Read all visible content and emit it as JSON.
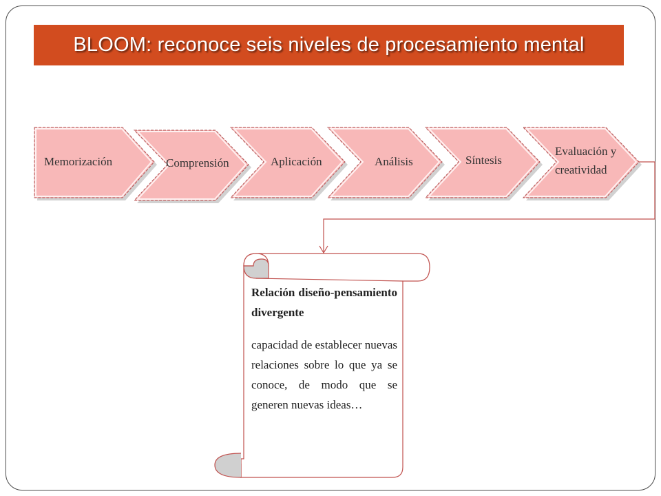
{
  "title": "BLOOM: reconoce seis niveles de procesamiento mental",
  "stages": [
    {
      "label": "Memorización"
    },
    {
      "label": "Comprensión"
    },
    {
      "label": "Aplicación"
    },
    {
      "label": "Análisis"
    },
    {
      "label": "Síntesis"
    },
    {
      "label_line1": "Evaluación y",
      "label_line2": "creatividad"
    }
  ],
  "scroll": {
    "heading": "Relación diseño-pensamiento divergente",
    "body": "capacidad de establecer nuevas relaciones sobre lo que ya se conoce, de modo que se generen nuevas ideas…"
  },
  "colors": {
    "banner": "#d24c1f",
    "chevron_fill": "#f8b8b8",
    "chevron_stroke": "#b05555",
    "connector": "#c0504d",
    "scroll_shade": "#d0d0d0"
  }
}
